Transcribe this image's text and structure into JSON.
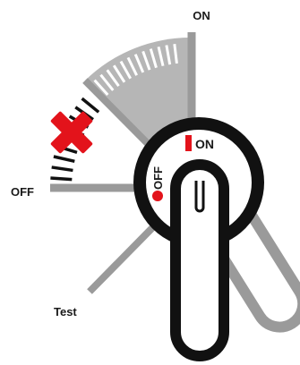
{
  "positions": {
    "on_label": "ON",
    "off_label": "OFF",
    "test_label": "Test"
  },
  "dial": {
    "on_label": "ON",
    "off_label": "OFF"
  },
  "colors": {
    "ink": "#111111",
    "gray": "#9a9a9a",
    "gray_light": "#b4b4b4",
    "red": "#e3131b",
    "paper": "#ffffff"
  },
  "icons": {
    "forbidden": "x-mark-icon",
    "handle": "rotary-handle-icon"
  }
}
